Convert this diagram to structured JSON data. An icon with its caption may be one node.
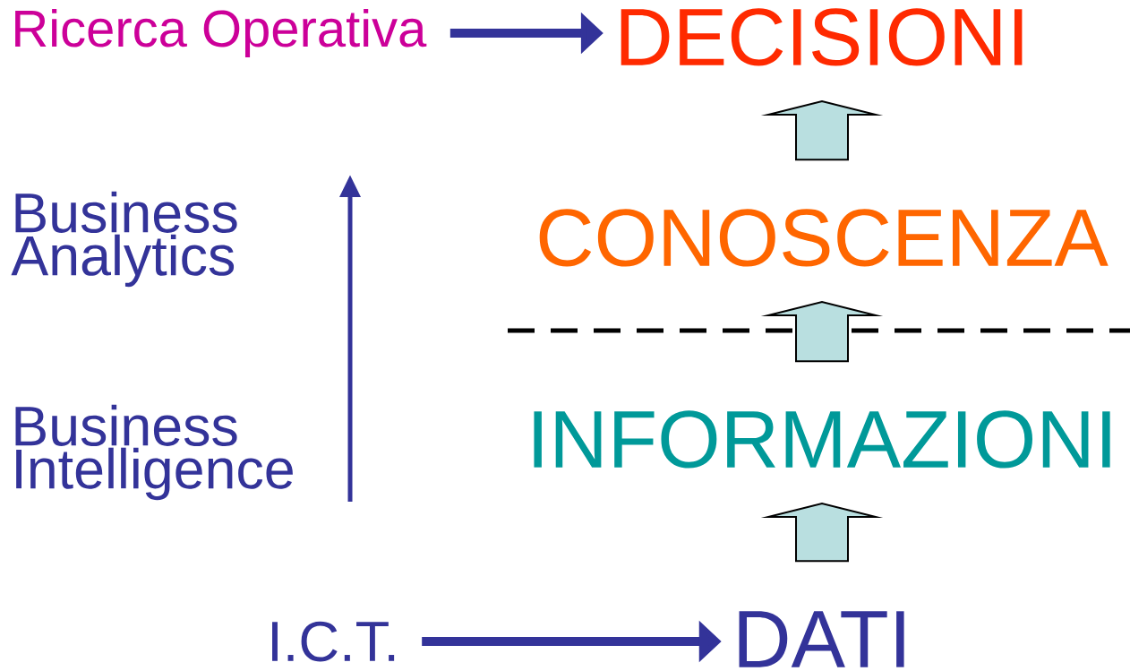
{
  "diagram": {
    "nodes": [
      {
        "text": [
          "Ricerca Operativa"
        ]
      },
      {
        "text": [
          "DECISIONI"
        ]
      },
      {
        "text": [
          "CONOSCENZA"
        ]
      },
      {
        "text": [
          "INFORMAZIONI"
        ]
      },
      {
        "text": [
          "DATI"
        ]
      },
      {
        "text": [
          "I.C.T."
        ]
      },
      {
        "text": [
          "Business Analytics"
        ]
      },
      {
        "text": [
          "Business Intelligence"
        ]
      }
    ],
    "edges": [
      {
        "from": 0,
        "to": 1,
        "arrow": "to",
        "color": "#333399"
      },
      {
        "from": 5,
        "to": 4,
        "arrow": "to",
        "color": "#333399"
      },
      {
        "from": 4,
        "to": 3,
        "arrow": "to"
      },
      {
        "from": 3,
        "to": 2,
        "arrow": "to"
      },
      {
        "from": 2,
        "to": 1,
        "arrow": "to"
      }
    ]
  }
}
